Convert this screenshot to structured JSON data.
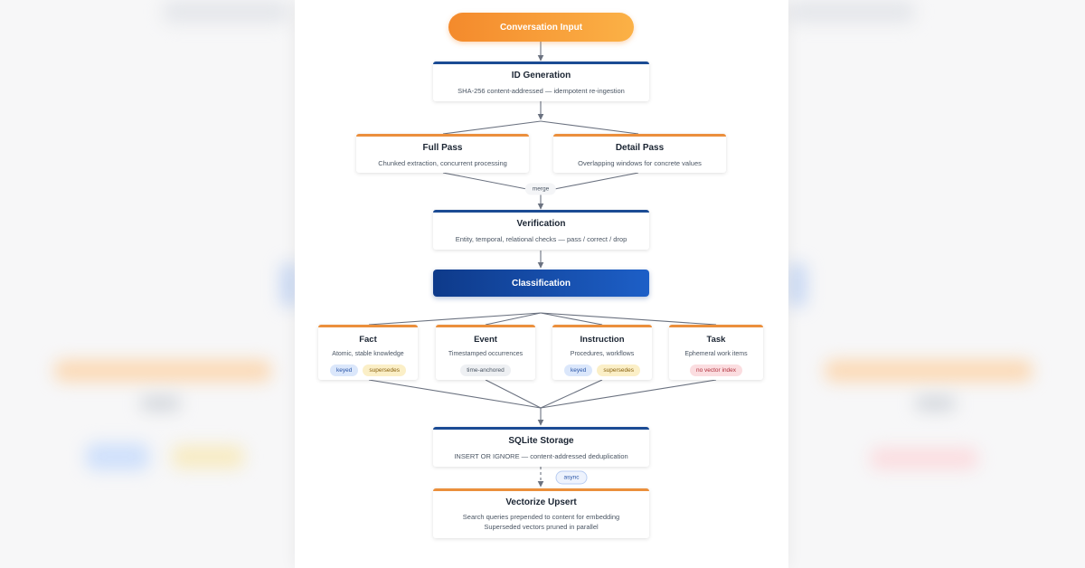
{
  "diagram": {
    "input": "Conversation Input",
    "id_generation": {
      "title": "ID Generation",
      "subtitle": "SHA-256 content-addressed — idempotent re-ingestion"
    },
    "full_pass": {
      "title": "Full Pass",
      "subtitle": "Chunked extraction, concurrent processing"
    },
    "detail_pass": {
      "title": "Detail Pass",
      "subtitle": "Overlapping windows for concrete values"
    },
    "merge_label": "merge",
    "verification": {
      "title": "Verification",
      "subtitle": "Entity, temporal, relational checks — pass / correct / drop"
    },
    "classification": "Classification",
    "types": [
      {
        "title": "Fact",
        "subtitle": "Atomic, stable knowledge",
        "tags": [
          "keyed",
          "supersedes"
        ]
      },
      {
        "title": "Event",
        "subtitle": "Timestamped occurrences",
        "tags": [
          "time-anchored"
        ]
      },
      {
        "title": "Instruction",
        "subtitle": "Procedures, workflows",
        "tags": [
          "keyed",
          "supersedes"
        ]
      },
      {
        "title": "Task",
        "subtitle": "Ephemeral work items",
        "tags": [
          "no vector index"
        ]
      }
    ],
    "storage": {
      "title": "SQLite Storage",
      "subtitle": "INSERT OR IGNORE — content-addressed deduplication"
    },
    "async_label": "async",
    "vectorize": {
      "title": "Vectorize Upsert",
      "line1": "Search queries prepended to content for embedding",
      "line2": "Superseded vectors pruned in parallel"
    }
  },
  "colors": {
    "accent_orange": "#f48a2c",
    "accent_blue": "#1b4b94",
    "classification_blue": "#0e3a8a",
    "connector": "#6b7280"
  }
}
